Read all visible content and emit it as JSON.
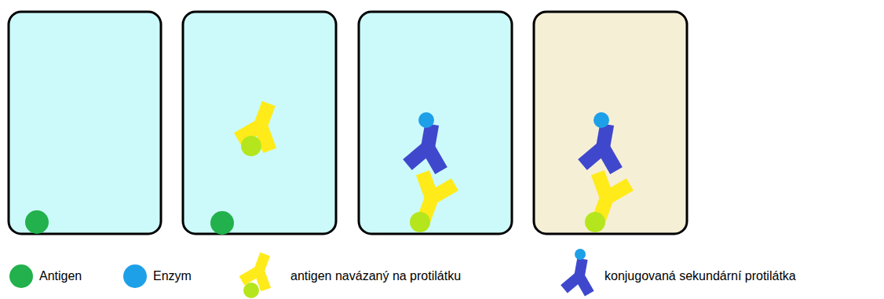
{
  "diagram": {
    "legend": [
      {
        "text": "Antigen",
        "color": "#22b14c"
      },
      {
        "text": "Enzym",
        "color": "#1ea0e8"
      },
      {
        "text": "antigen navázaný na protilátku"
      },
      {
        "text": "konjugovaná sekundární protilátka"
      }
    ]
  }
}
